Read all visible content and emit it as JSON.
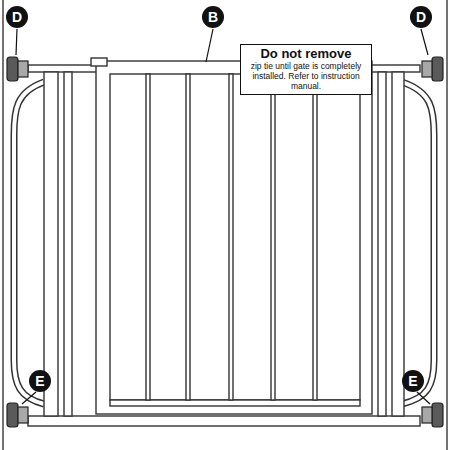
{
  "diagram": {
    "nodes": [
      {
        "text": [
          "Do not remove",
          "zip tie until gate is completely installed. Refer to instruction manual."
        ]
      }
    ],
    "labels": [
      "D",
      "B",
      "D",
      "E",
      "E"
    ]
  }
}
